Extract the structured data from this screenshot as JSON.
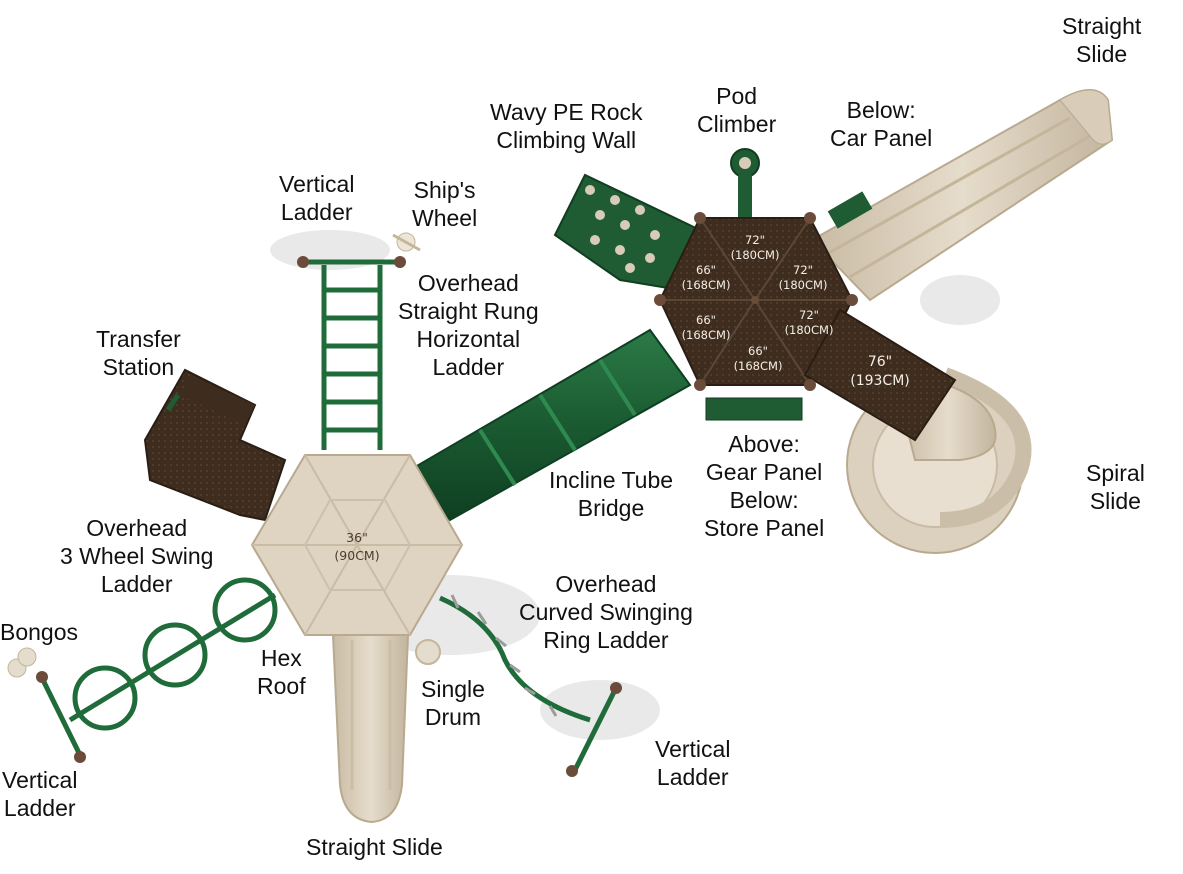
{
  "colors": {
    "green": "#1f5c33",
    "tan": "#d8ccb8",
    "brown": "#3e2c1f",
    "label": "#111111"
  },
  "labels": {
    "straight_slide_top": [
      "Straight",
      "Slide"
    ],
    "pod_climber": [
      "Pod",
      "Climber"
    ],
    "below_car_panel": [
      "Below:",
      "Car Panel"
    ],
    "wavy_rock_wall": [
      "Wavy PE Rock",
      "Climbing Wall"
    ],
    "vertical_ladder_top": [
      "Vertical",
      "Ladder"
    ],
    "ships_wheel": [
      "Ship's",
      "Wheel"
    ],
    "overhead_horizontal_ladder": [
      "Overhead",
      "Straight Rung",
      "Horizontal",
      "Ladder"
    ],
    "transfer_station": [
      "Transfer",
      "Station"
    ],
    "incline_tube_bridge": [
      "Incline Tube",
      "Bridge"
    ],
    "gear_store_panel": [
      "Above:",
      "Gear Panel",
      "Below:",
      "Store Panel"
    ],
    "spiral_slide": [
      "Spiral",
      "Slide"
    ],
    "overhead_3wheel": [
      "Overhead",
      "3 Wheel Swing",
      "Ladder"
    ],
    "overhead_curved_ring": [
      "Overhead",
      "Curved Swinging",
      "Ring Ladder"
    ],
    "bongos": [
      "Bongos"
    ],
    "hex_roof": [
      "Hex",
      "Roof"
    ],
    "single_drum": [
      "Single",
      "Drum"
    ],
    "vertical_ladder_right": [
      "Vertical",
      "Ladder"
    ],
    "vertical_ladder_left": [
      "Vertical",
      "Ladder"
    ],
    "straight_slide_bottom": [
      "Straight Slide"
    ]
  },
  "deck_dims": {
    "hex_roof": [
      "36\"",
      "(90CM)"
    ],
    "deck_top": [
      "72\"",
      "(180CM)"
    ],
    "deck_upper_right": [
      "72\"",
      "(180CM)"
    ],
    "deck_upper_left": [
      "66\"",
      "(168CM)"
    ],
    "deck_lower_left": [
      "66\"",
      "(168CM)"
    ],
    "deck_lower_right": [
      "72\"",
      "(180CM)"
    ],
    "deck_bottom": [
      "66\"",
      "(168CM)"
    ],
    "ramp_deck": [
      "76\"",
      "(193CM)"
    ]
  }
}
